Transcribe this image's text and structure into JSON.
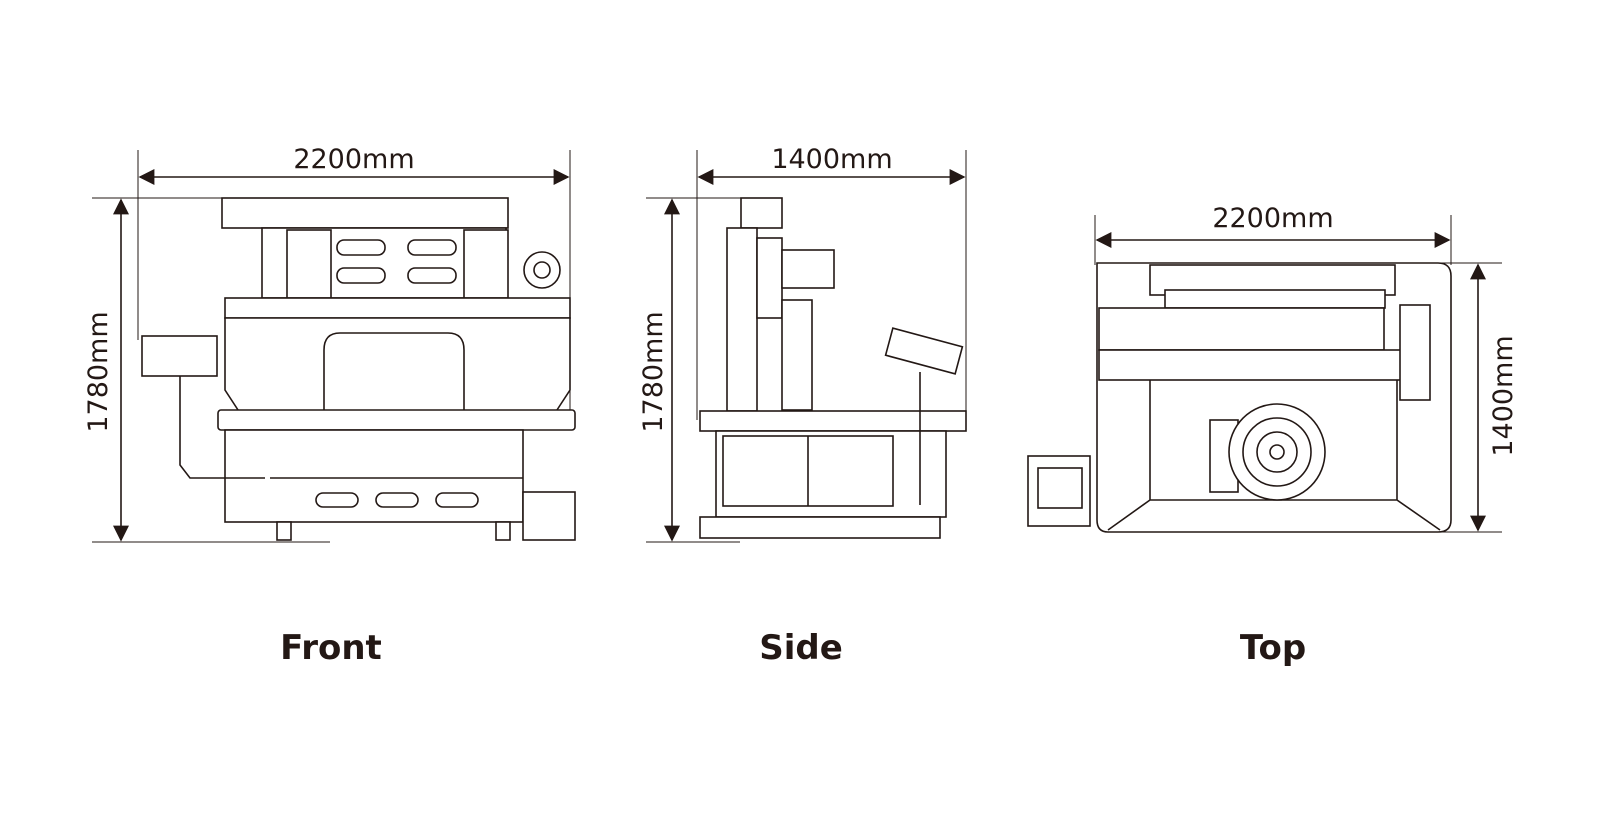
{
  "views": [
    {
      "caption": "Front",
      "width_label": "2200mm",
      "height_label": "1780mm"
    },
    {
      "caption": "Side",
      "width_label": "1400mm",
      "height_label": "1780mm"
    },
    {
      "caption": "Top",
      "width_label": "2200mm",
      "height_label": "1400mm"
    }
  ],
  "colors": {
    "line": "#231815",
    "background": "#ffffff"
  }
}
